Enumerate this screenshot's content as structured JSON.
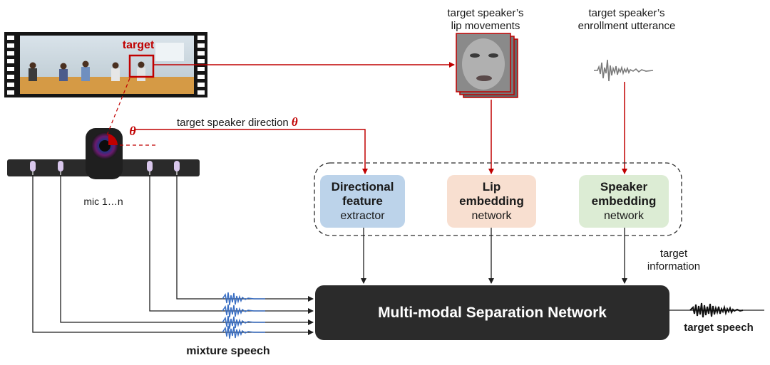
{
  "video": {
    "target_label": "target"
  },
  "device": {
    "direction_symbol": "θ",
    "mic_label": "mic 1…n"
  },
  "labels": {
    "lip_title": "target speaker’s",
    "lip_subtitle": "lip movements",
    "enroll_title": "target speaker’s",
    "enroll_subtitle": "enrollment utterance",
    "direction_text": "target speaker direction ",
    "direction_symbol": "θ",
    "target_info_line1": "target",
    "target_info_line2": "information",
    "mixture": "mixture speech",
    "output": "target speech"
  },
  "modules": {
    "directional": {
      "title_line1": "Directional",
      "title_line2": "feature",
      "subtitle": "extractor",
      "color": "#bcd3ea"
    },
    "lip": {
      "title_line1": "Lip",
      "title_line2": "embedding",
      "subtitle": "network",
      "color": "#f8dfd0"
    },
    "speaker": {
      "title_line1": "Speaker",
      "title_line2": "embedding",
      "subtitle": "network",
      "color": "#dcecd4"
    }
  },
  "main": {
    "label": "Multi-modal Separation Network"
  },
  "colors": {
    "accent": "#c00000",
    "dark": "#1e1e1e",
    "wave": "#3a6fc4"
  }
}
